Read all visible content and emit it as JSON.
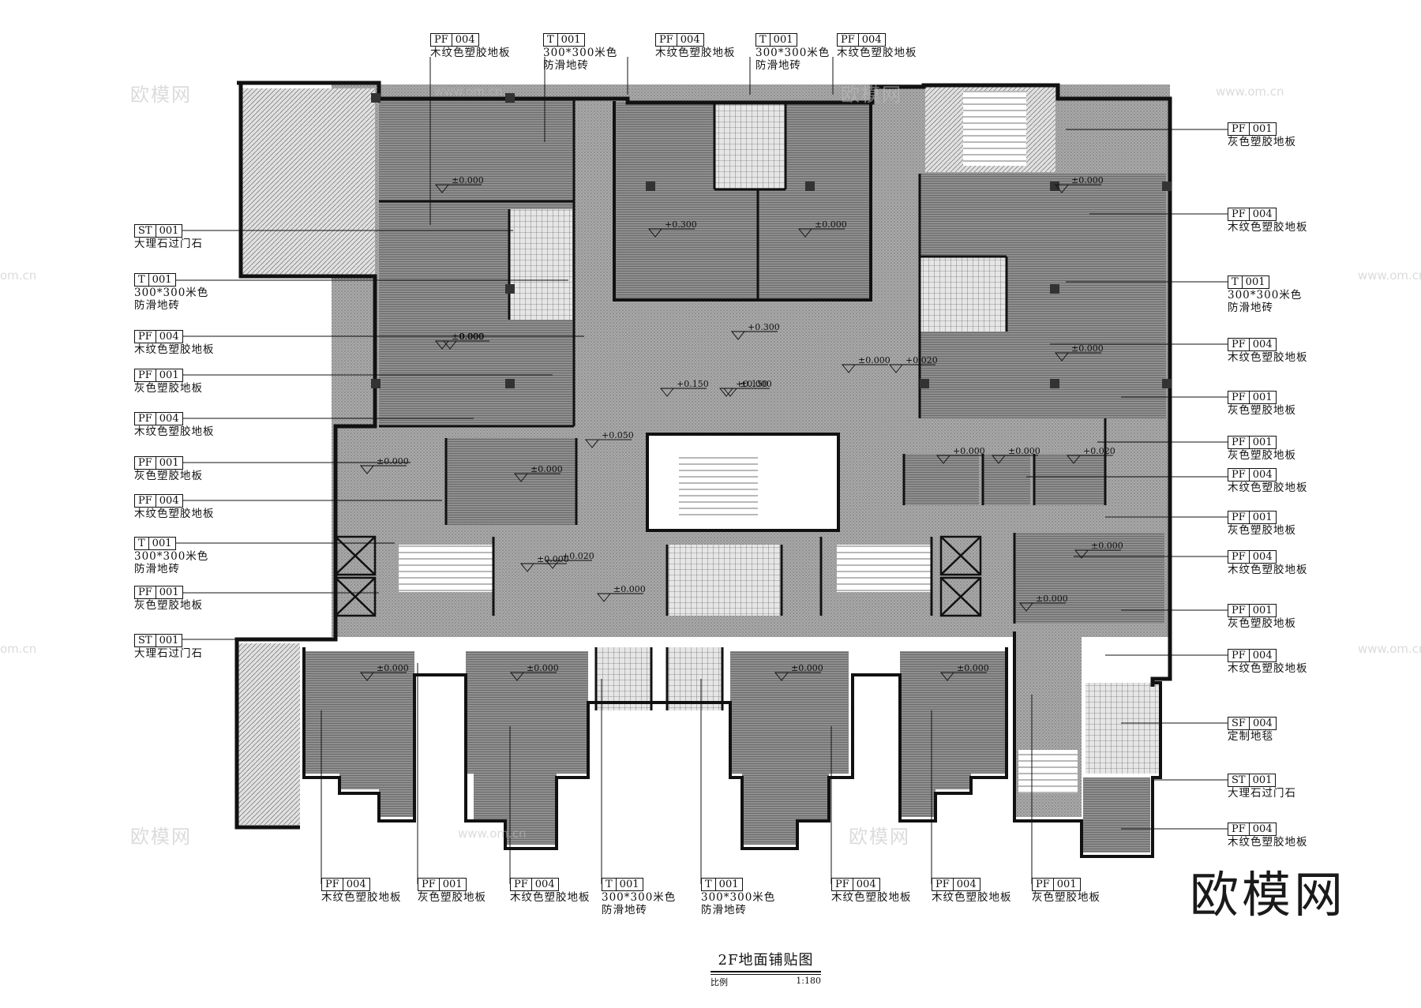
{
  "drawing": {
    "title": "2F地面铺贴图",
    "scale_label": "比例",
    "scale_value": "1:180",
    "brand": "欧模网",
    "watermark_cn": "欧模网",
    "watermark_url": "www.om.cn",
    "watermark_short": "om.cn"
  },
  "levels": [
    "±0.000",
    "±0.000",
    "+0.300",
    "±0.000",
    "+0.300",
    "±0.000",
    "+0.150",
    "+0.150",
    "±0.000",
    "+0.050",
    "±0.000",
    "+0.020",
    "±0.000",
    "±0.000",
    "+0.000",
    "±0.000",
    "+0.020",
    "+0.020",
    "±0.000",
    "±0.000",
    "±0.000",
    "±0.000",
    "±0.000",
    "±0.000",
    "±0.000",
    "±0.000",
    "±0.000",
    "0.000"
  ],
  "callouts": {
    "top": [
      {
        "c1": "PF",
        "c2": "004",
        "desc": [
          "木纹色塑胶地板"
        ]
      },
      {
        "c1": "T",
        "c2": "001",
        "desc": [
          "300*300米色",
          "防滑地砖"
        ]
      },
      {
        "c1": "PF",
        "c2": "004",
        "desc": [
          "木纹色塑胶地板"
        ]
      },
      {
        "c1": "T",
        "c2": "001",
        "desc": [
          "300*300米色",
          "防滑地砖"
        ]
      },
      {
        "c1": "PF",
        "c2": "004",
        "desc": [
          "木纹色塑胶地板"
        ]
      }
    ],
    "left": [
      {
        "c1": "ST",
        "c2": "001",
        "desc": [
          "大理石过门石"
        ]
      },
      {
        "c1": "T",
        "c2": "001",
        "desc": [
          "300*300米色",
          "防滑地砖"
        ]
      },
      {
        "c1": "PF",
        "c2": "004",
        "desc": [
          "木纹色塑胶地板"
        ]
      },
      {
        "c1": "PF",
        "c2": "001",
        "desc": [
          "灰色塑胶地板"
        ]
      },
      {
        "c1": "PF",
        "c2": "004",
        "desc": [
          "木纹色塑胶地板"
        ]
      },
      {
        "c1": "PF",
        "c2": "001",
        "desc": [
          "灰色塑胶地板"
        ]
      },
      {
        "c1": "PF",
        "c2": "004",
        "desc": [
          "木纹色塑胶地板"
        ]
      },
      {
        "c1": "T",
        "c2": "001",
        "desc": [
          "300*300米色",
          "防滑地砖"
        ]
      },
      {
        "c1": "PF",
        "c2": "001",
        "desc": [
          "灰色塑胶地板"
        ]
      },
      {
        "c1": "ST",
        "c2": "001",
        "desc": [
          "大理石过门石"
        ]
      }
    ],
    "right": [
      {
        "c1": "PF",
        "c2": "001",
        "desc": [
          "灰色塑胶地板"
        ]
      },
      {
        "c1": "PF",
        "c2": "004",
        "desc": [
          "木纹色塑胶地板"
        ]
      },
      {
        "c1": "T",
        "c2": "001",
        "desc": [
          "300*300米色",
          "防滑地砖"
        ]
      },
      {
        "c1": "PF",
        "c2": "004",
        "desc": [
          "木纹色塑胶地板"
        ]
      },
      {
        "c1": "PF",
        "c2": "001",
        "desc": [
          "灰色塑胶地板"
        ]
      },
      {
        "c1": "PF",
        "c2": "001",
        "desc": [
          "灰色塑胶地板"
        ]
      },
      {
        "c1": "PF",
        "c2": "004",
        "desc": [
          "木纹色塑胶地板"
        ]
      },
      {
        "c1": "PF",
        "c2": "001",
        "desc": [
          "灰色塑胶地板"
        ]
      },
      {
        "c1": "PF",
        "c2": "004",
        "desc": [
          "木纹色塑胶地板"
        ]
      },
      {
        "c1": "PF",
        "c2": "001",
        "desc": [
          "灰色塑胶地板"
        ]
      },
      {
        "c1": "PF",
        "c2": "004",
        "desc": [
          "木纹色塑胶地板"
        ]
      },
      {
        "c1": "SF",
        "c2": "004",
        "desc": [
          "定制地毯"
        ]
      },
      {
        "c1": "ST",
        "c2": "001",
        "desc": [
          "大理石过门石"
        ]
      },
      {
        "c1": "PF",
        "c2": "004",
        "desc": [
          "木纹色塑胶地板"
        ]
      }
    ],
    "bottom": [
      {
        "c1": "PF",
        "c2": "004",
        "desc": [
          "木纹色塑胶地板"
        ]
      },
      {
        "c1": "PF",
        "c2": "001",
        "desc": [
          "灰色塑胶地板"
        ]
      },
      {
        "c1": "PF",
        "c2": "004",
        "desc": [
          "木纹色塑胶地板"
        ]
      },
      {
        "c1": "T",
        "c2": "001",
        "desc": [
          "300*300米色",
          "防滑地砖"
        ]
      },
      {
        "c1": "T",
        "c2": "001",
        "desc": [
          "300*300米色",
          "防滑地砖"
        ]
      },
      {
        "c1": "PF",
        "c2": "004",
        "desc": [
          "木纹色塑胶地板"
        ]
      },
      {
        "c1": "PF",
        "c2": "004",
        "desc": [
          "木纹色塑胶地板"
        ]
      },
      {
        "c1": "PF",
        "c2": "001",
        "desc": [
          "灰色塑胶地板"
        ]
      }
    ]
  },
  "colors": {
    "pf004": "#8c8c8c",
    "pf001": "#a6a6a6",
    "tile": "#d9d9d9",
    "wall": "#111111"
  }
}
